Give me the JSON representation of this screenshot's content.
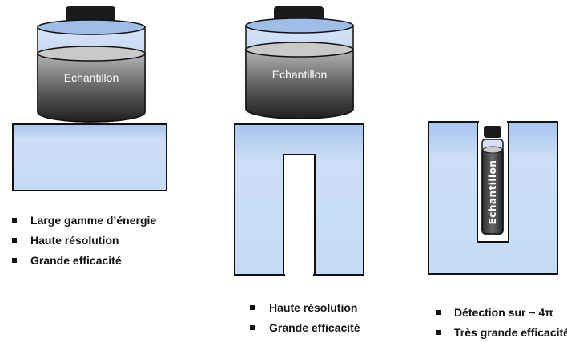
{
  "sample_label": "Echantillon",
  "configurations": [
    {
      "name": "flat",
      "features": [
        "Large gamme d’énergie",
        "Haute résolution",
        "Grande efficacité"
      ]
    },
    {
      "name": "well",
      "features": [
        "Haute résolution",
        "Grande efficacité"
      ]
    },
    {
      "name": "inserted",
      "features": [
        "Détection sur ~ 4π",
        "Très grande efficacité"
      ]
    }
  ],
  "colors": {
    "detector_fill": "#c5daf5",
    "detector_edge": "#a9c6ee",
    "outline": "#111111",
    "sample_dark": "#1f1f1f",
    "sample_light": "#b8b8b8",
    "liquid_top": "#8fb1e6"
  }
}
